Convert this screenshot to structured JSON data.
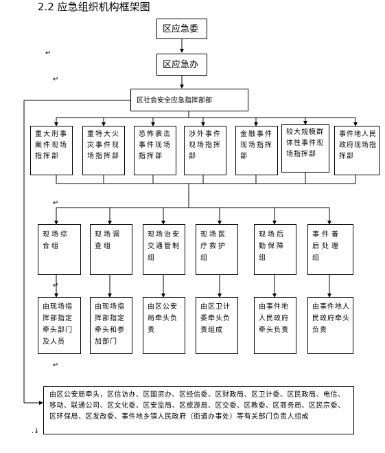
{
  "heading": "2.2 应急组织机构框架图",
  "top": {
    "node1": "区应急委",
    "node2": "区应急办"
  },
  "command": "区社会安全应急指挥部部",
  "level3": [
    "重大刑事案件现场指挥部",
    "重特大火灾事件现场指挥部",
    "恐怖袭击事件现场指挥部",
    "涉外事件现场指挥部",
    "金融事件现场指挥部",
    "较大规模群体性事件现场指挥部",
    "事件地人民政府现场指挥部"
  ],
  "groups": [
    "现场综合组",
    "现场调查组",
    "现场治安交通管制组",
    "现场医疗救护组",
    "现场后勤保障组",
    "事件善后处理组"
  ],
  "groupDesc": [
    "由现场指挥部指定牵头部门及人员",
    "由现场指挥部指定牵头和参加部门",
    "由区公安局牵头负责",
    "由区卫计委牵头负责组成",
    "由事件地人民政府牵头负责",
    "由事件地人民政府牵头负责"
  ],
  "footer": "由区公安局牵头，区信访办、区国资办、区经信委、区财政局、区卫计委、区民政局、电信、移动、联通公司、区文化委、区安监局、区旅游局、区交委、区教委、区商务局、区民宗委、区环保局、区发改委、事件地乡镇人民政府（街道办事处）等有关部门负责人组成"
}
